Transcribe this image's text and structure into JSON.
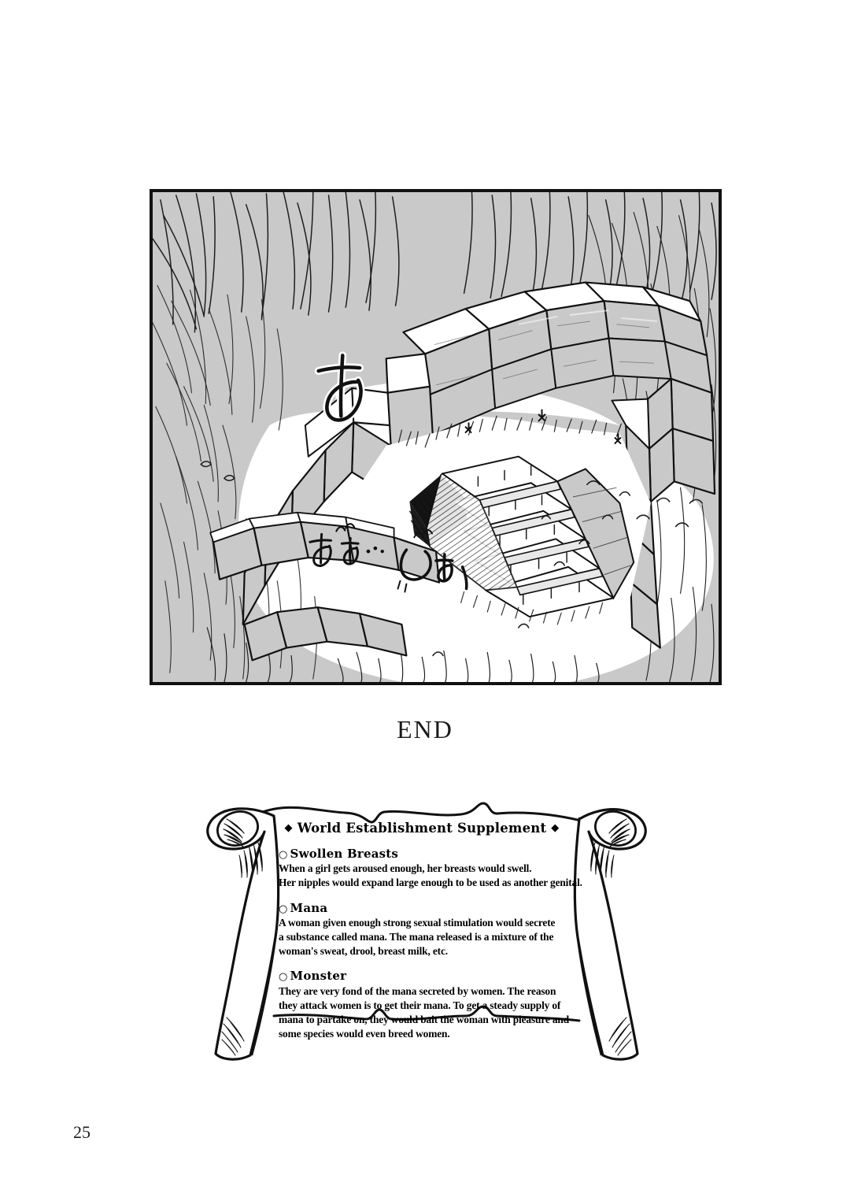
{
  "page": {
    "number": "25",
    "end_caption": "END"
  },
  "panel": {
    "scene_description": "Overhead view of a ruined stone structure in tall grass, with a stairway descending into a dark underground entrance",
    "sfx": [
      {
        "text": "あ",
        "note": "hiragana a"
      },
      {
        "text": "あぁ‥",
        "note": "hiragana aa"
      },
      {
        "text": "ひぁ",
        "note": "hiragana hia"
      }
    ],
    "colors": {
      "border": "#111111",
      "tone_gray": "#c9c9c9",
      "ink": "#1a1a1a",
      "paper": "#ffffff"
    }
  },
  "scroll": {
    "title": "World Establishment Supplement",
    "title_diamond": "◆",
    "bullet": "○",
    "entries": [
      {
        "heading": "Swollen Breasts",
        "lines": [
          "When a girl gets aroused enough, her breasts would swell.",
          "Her nipples would expand large enough to be used as another genital."
        ]
      },
      {
        "heading": "Mana",
        "lines": [
          "A woman given enough strong sexual stimulation would secrete",
          "a substance called mana. The mana released is a mixture of the",
          "woman's sweat, drool, breast milk, etc."
        ]
      },
      {
        "heading": "Monster",
        "lines": [
          "They are very fond of the mana secreted by women.  The reason",
          "they attack women is to get their mana.  To get a steady supply of",
          "mana to partake on, they would bait the woman with pleasure and",
          "some species would even breed women."
        ]
      }
    ]
  }
}
